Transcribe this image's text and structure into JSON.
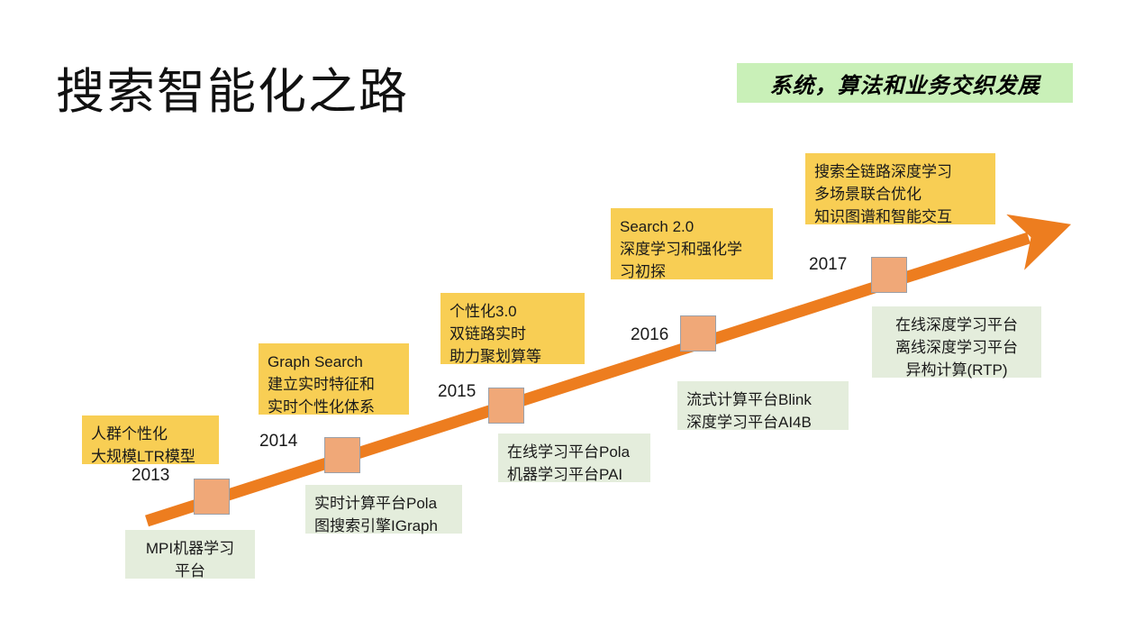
{
  "title": "搜索智能化之路",
  "banner": {
    "text": "系统，算法和业务交织发展",
    "bg_color": "#C9F0B8"
  },
  "colors": {
    "arrow": "#ED7D1F",
    "node_fill": "#F0A878",
    "node_border": "#9BA0A8",
    "yellow_box": "#F8CE54",
    "green_box": "#E4EDDC",
    "background": "#FFFFFF"
  },
  "timeline": {
    "years": [
      {
        "label": "2013"
      },
      {
        "label": "2014"
      },
      {
        "label": "2015"
      },
      {
        "label": "2016"
      },
      {
        "label": "2017"
      }
    ]
  },
  "yellow_boxes": [
    {
      "id": "crowd-personalization",
      "lines": [
        "人群个性化",
        "大规模LTR模型"
      ]
    },
    {
      "id": "graph-search",
      "lines": [
        "Graph Search",
        "建立实时特征和",
        "实时个性化体系"
      ]
    },
    {
      "id": "personalization-30",
      "lines": [
        "个性化3.0",
        "双链路实时",
        "助力聚划算等"
      ]
    },
    {
      "id": "search-20",
      "lines": [
        "Search 2.0",
        "深度学习和强化学",
        "习初探"
      ]
    },
    {
      "id": "full-link-deep-learning",
      "lines": [
        "搜索全链路深度学习",
        "多场景联合优化",
        "知识图谱和智能交互"
      ]
    }
  ],
  "green_boxes": [
    {
      "id": "mpi-platform",
      "lines": [
        "MPI机器学习",
        "平台"
      ]
    },
    {
      "id": "realtime-compute-igraph",
      "lines": [
        "实时计算平台Pola",
        "图搜索引擎IGraph"
      ]
    },
    {
      "id": "online-learning-pai",
      "lines": [
        "在线学习平台Pola",
        "机器学习平台PAI"
      ]
    },
    {
      "id": "blink-ai4b",
      "lines": [
        "流式计算平台Blink",
        "深度学习平台AI4B"
      ]
    },
    {
      "id": "deep-learning-platforms",
      "lines": [
        "在线深度学习平台",
        "离线深度学习平台",
        "异构计算(RTP)"
      ]
    }
  ]
}
